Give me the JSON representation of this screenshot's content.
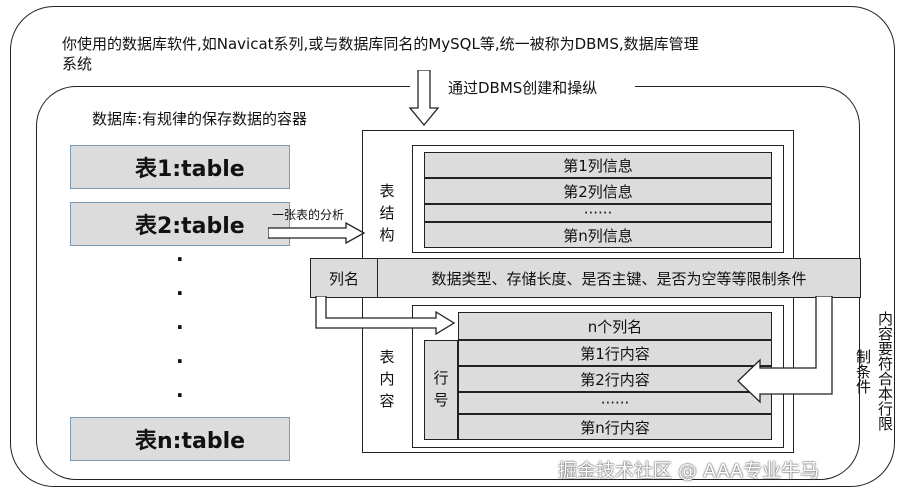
{
  "dbms_text_line1": "你使用的数据库软件,如Navicat系列,或与数据库同名的MySQL等,统一被称为DBMS,数据库管理",
  "dbms_text_line2": "系统",
  "arrow_label": "通过DBMS创建和操纵",
  "db_label": "数据库:有规律的保存数据的容器",
  "tables": [
    "表1:table",
    "表2:table",
    "表n:table"
  ],
  "dots": [
    ".",
    ".",
    ".",
    ".",
    "."
  ],
  "analyze_label": "一张表的分析",
  "structure_label": "表结构",
  "structure_rows": [
    "第1列信息",
    "第2列信息",
    "······",
    "第n列信息"
  ],
  "column_name_label": "列名",
  "column_desc": "数据类型、存储长度、是否主键、是否为空等等限制条件",
  "content_label": "表内容",
  "row_label": "行号",
  "content_rows": [
    "n个列名",
    "第1行内容",
    "第2行内容",
    "······",
    "第n行内容"
  ],
  "constraint_label": "内容要符合本行限制条件",
  "watermark": "掘金技术社区 @ AAA专业牛马"
}
